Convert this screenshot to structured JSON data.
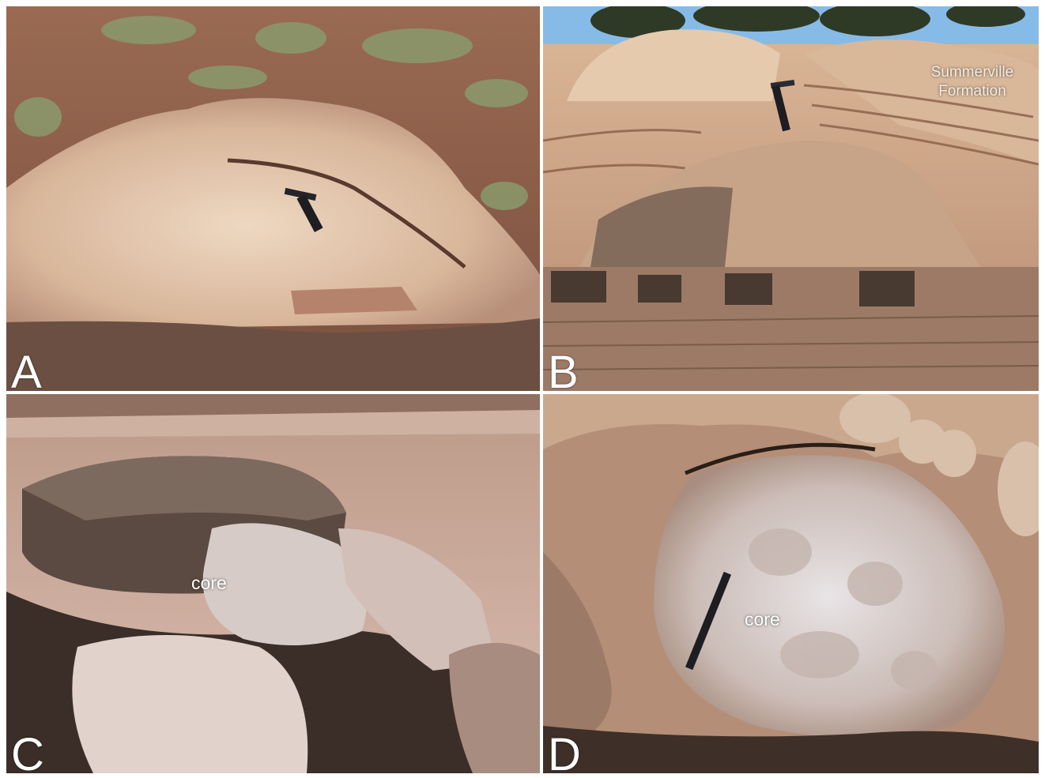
{
  "figure": {
    "panels": [
      {
        "letter": "A"
      },
      {
        "letter": "B",
        "annotation": "Summerville Formation"
      },
      {
        "letter": "C",
        "annotation": "core"
      },
      {
        "letter": "D",
        "annotation": "core"
      }
    ]
  },
  "colors": {
    "separator": "#ffffff",
    "label_text": "#ffffff",
    "sandstone_light": "#e4c9ac",
    "sandstone_pink": "#c99f82",
    "soil_red": "#8f5a45",
    "vegetation": "#8a9a6a",
    "sky": "#7fb6e6",
    "shadow": "#2a201a",
    "hammer": "#1d1d22"
  }
}
